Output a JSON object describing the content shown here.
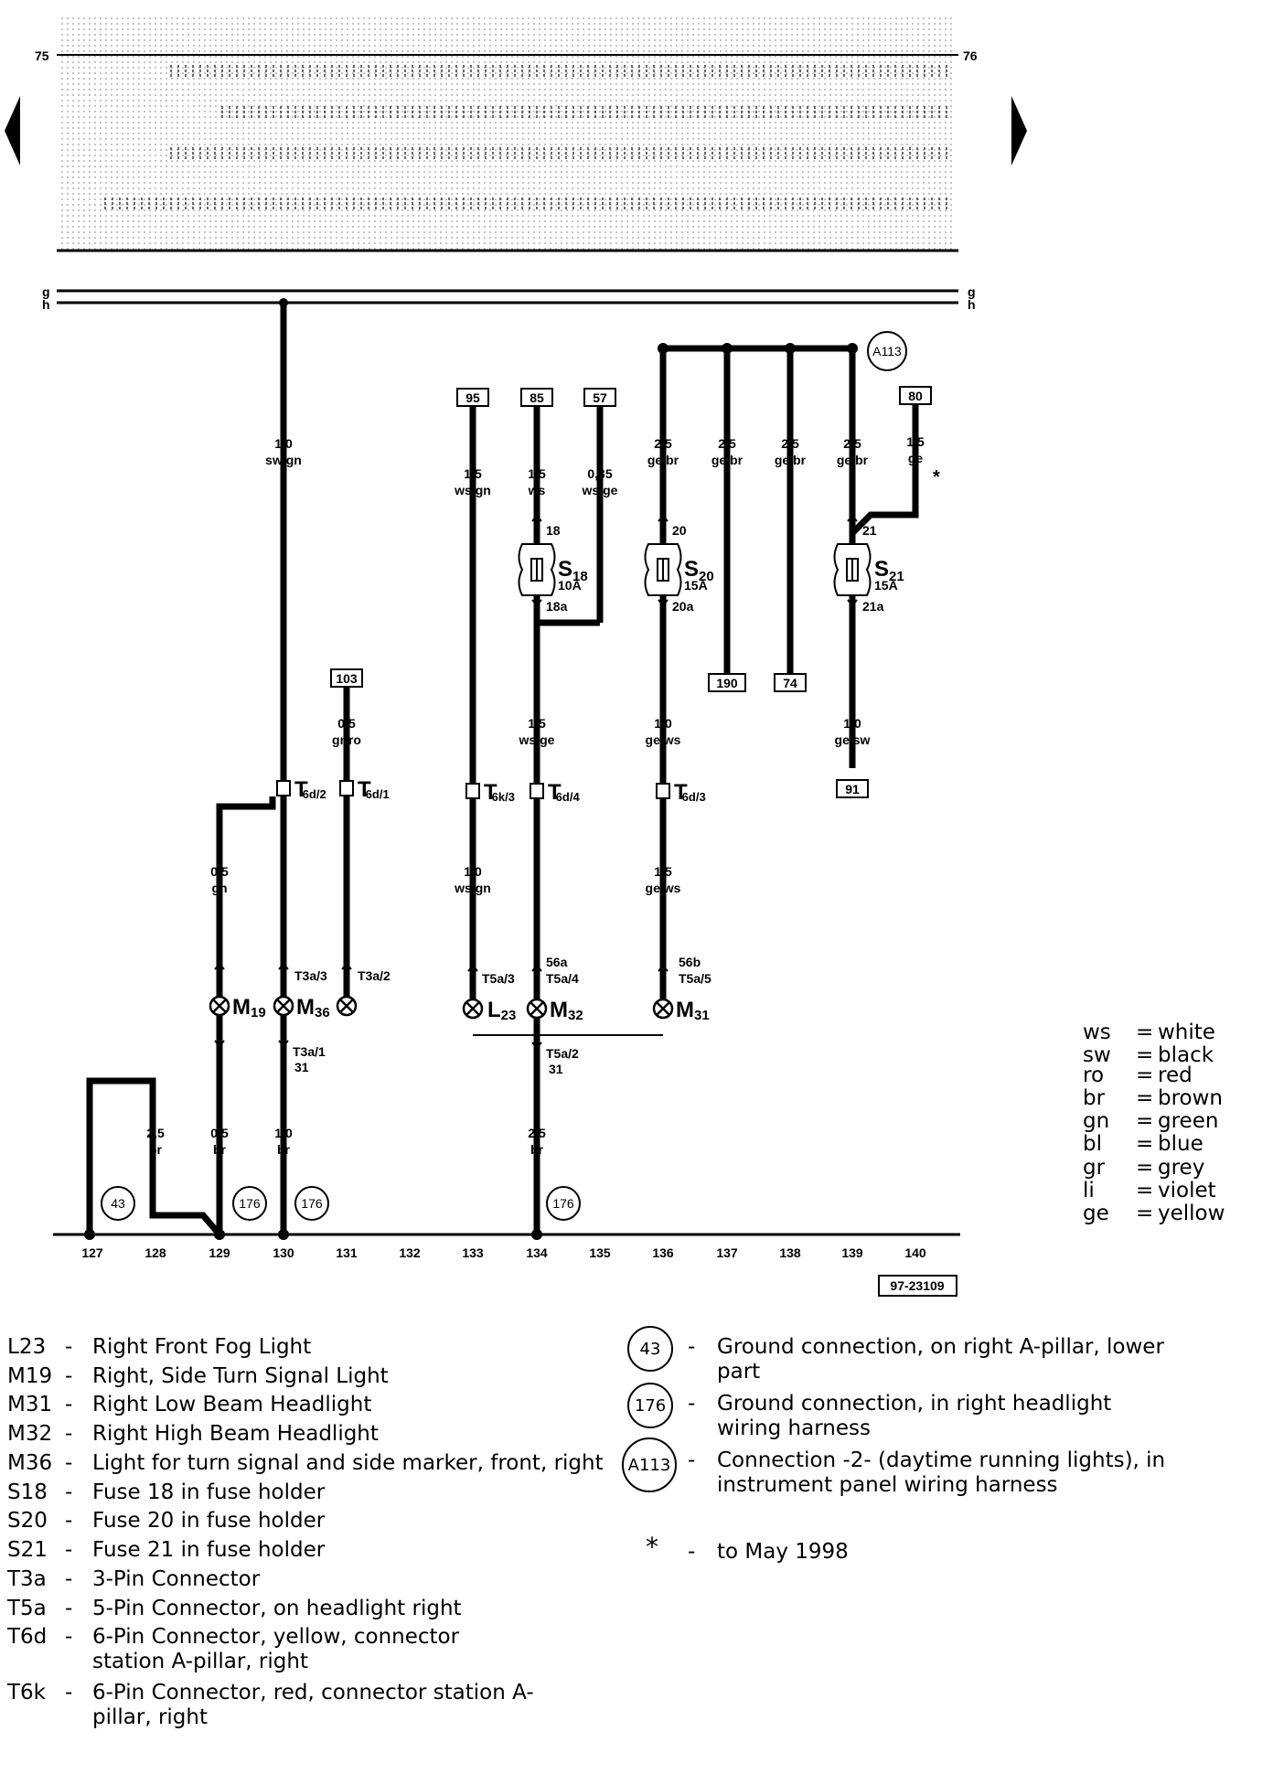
{
  "header": {
    "left_marker": "75",
    "right_marker": "76"
  },
  "nav": {
    "prev_label": "previous page",
    "next_label": "next page"
  },
  "bus": {
    "g": "g",
    "h": "h"
  },
  "reference_boxes": {
    "r95": "95",
    "r85": "85",
    "r57": "57",
    "r80": "80",
    "r103": "103",
    "r190": "190",
    "r74": "74",
    "r91": "91",
    "diagram_id": "97-23109"
  },
  "connection_points": {
    "a113": "A113",
    "g43": "43",
    "g176": "176"
  },
  "wires": {
    "w1": [
      "1,0",
      "sw/gn"
    ],
    "w2": [
      "1,5",
      "ws/gn"
    ],
    "w3": [
      "1,5",
      "ws"
    ],
    "w4": [
      "0,35",
      "ws/ge"
    ],
    "w5": [
      "2,5",
      "ge/br"
    ],
    "w6": [
      "1,5",
      "ge"
    ],
    "w7": [
      "0,5",
      "gr/ro"
    ],
    "w8": [
      "1,5",
      "ws/ge"
    ],
    "w9": [
      "1,0",
      "ge/ws"
    ],
    "w10": [
      "1,0",
      "ge/sw"
    ],
    "w11": [
      "0,5",
      "gn"
    ],
    "w12": [
      "1,0",
      "ws/gn"
    ],
    "w13": [
      "1,5",
      "ge/ws"
    ],
    "w14": [
      "2,5",
      "br"
    ],
    "w15": [
      "0,5",
      "br"
    ],
    "w16": [
      "1,0",
      "br"
    ]
  },
  "star": "*",
  "fuses": {
    "s18": {
      "letter": "S",
      "num": "18",
      "amp": "10A",
      "in": "18",
      "out": "18a"
    },
    "s20": {
      "letter": "S",
      "num": "20",
      "amp": "15A",
      "in": "20",
      "out": "20a"
    },
    "s21": {
      "letter": "S",
      "num": "21",
      "amp": "15A",
      "in": "21",
      "out": "21a"
    }
  },
  "connectors": {
    "t6d2": {
      "t": "T",
      "sub": "6d/2"
    },
    "t6d1": {
      "t": "T",
      "sub": "6d/1"
    },
    "t6k3": {
      "t": "T",
      "sub": "6k/3"
    },
    "t6d4": {
      "t": "T",
      "sub": "6d/4"
    },
    "t6d3": {
      "t": "T",
      "sub": "6d/3"
    }
  },
  "pins": {
    "t3a3": "T3a/3",
    "t3a2": "T3a/2",
    "t5a3": "T5a/3",
    "t5a4": "T5a/4",
    "t5a5": "T5a/5",
    "p56a": "56a",
    "p56b": "56b",
    "t3a1": "T3a/1",
    "t5a2": "T5a/2",
    "p31a": "31",
    "p31b": "31"
  },
  "components": {
    "m19": {
      "letter": "M",
      "num": "19"
    },
    "m36": {
      "letter": "M",
      "num": "36"
    },
    "l23": {
      "letter": "L",
      "num": "23"
    },
    "m32": {
      "letter": "M",
      "num": "32"
    },
    "m31": {
      "letter": "M",
      "num": "31"
    }
  },
  "axis_numbers": [
    "127",
    "128",
    "129",
    "130",
    "131",
    "132",
    "133",
    "134",
    "135",
    "136",
    "137",
    "138",
    "139",
    "140"
  ],
  "color_key": [
    {
      "abbr": "ws",
      "eq": "=",
      "name": "white"
    },
    {
      "abbr": "sw",
      "eq": "=",
      "name": "black"
    },
    {
      "abbr": "ro",
      "eq": "=",
      "name": "red"
    },
    {
      "abbr": "br",
      "eq": "=",
      "name": "brown"
    },
    {
      "abbr": "gn",
      "eq": "=",
      "name": "green"
    },
    {
      "abbr": "bl",
      "eq": "=",
      "name": "blue"
    },
    {
      "abbr": "gr",
      "eq": "=",
      "name": "grey"
    },
    {
      "abbr": "li",
      "eq": "=",
      "name": "violet"
    },
    {
      "abbr": "ge",
      "eq": "=",
      "name": "yellow"
    }
  ],
  "legend": [
    {
      "code": "L23",
      "dash": "-",
      "desc": "Right Front Fog Light"
    },
    {
      "code": "M19",
      "dash": "-",
      "desc": "Right, Side Turn Signal Light"
    },
    {
      "code": "M31",
      "dash": "-",
      "desc": "Right Low Beam Headlight"
    },
    {
      "code": "M32",
      "dash": "-",
      "desc": "Right High Beam Headlight"
    },
    {
      "code": "M36",
      "dash": "-",
      "desc": "Light for turn signal and side marker, front, right"
    },
    {
      "code": "S18",
      "dash": "-",
      "desc": "Fuse 18 in fuse holder"
    },
    {
      "code": "S20",
      "dash": "-",
      "desc": "Fuse 20 in fuse holder"
    },
    {
      "code": "S21",
      "dash": "-",
      "desc": "Fuse 21 in fuse holder"
    },
    {
      "code": "T3a",
      "dash": "-",
      "desc": "3-Pin Connector"
    },
    {
      "code": "T5a",
      "dash": "-",
      "desc": "5-Pin Connector, on headlight right"
    },
    {
      "code": "T6d",
      "dash": "-",
      "desc": "6-Pin Connector, yellow, connector station A-pillar, right"
    },
    {
      "code": "T6k",
      "dash": "-",
      "desc": "6-Pin Connector, red, connector station A-pillar, right"
    }
  ],
  "key": [
    {
      "symbol": "43",
      "dash": "-",
      "desc": "Ground connection, on right A-pillar, lower part"
    },
    {
      "symbol": "176",
      "dash": "-",
      "desc": "Ground connection, in right headlight wiring harness"
    },
    {
      "symbol": "A113",
      "dash": "-",
      "desc": "Connection -2- (daytime running lights), in instrument panel wiring harness"
    },
    {
      "symbol": "*",
      "dash": "-",
      "desc": "to May 1998"
    }
  ]
}
